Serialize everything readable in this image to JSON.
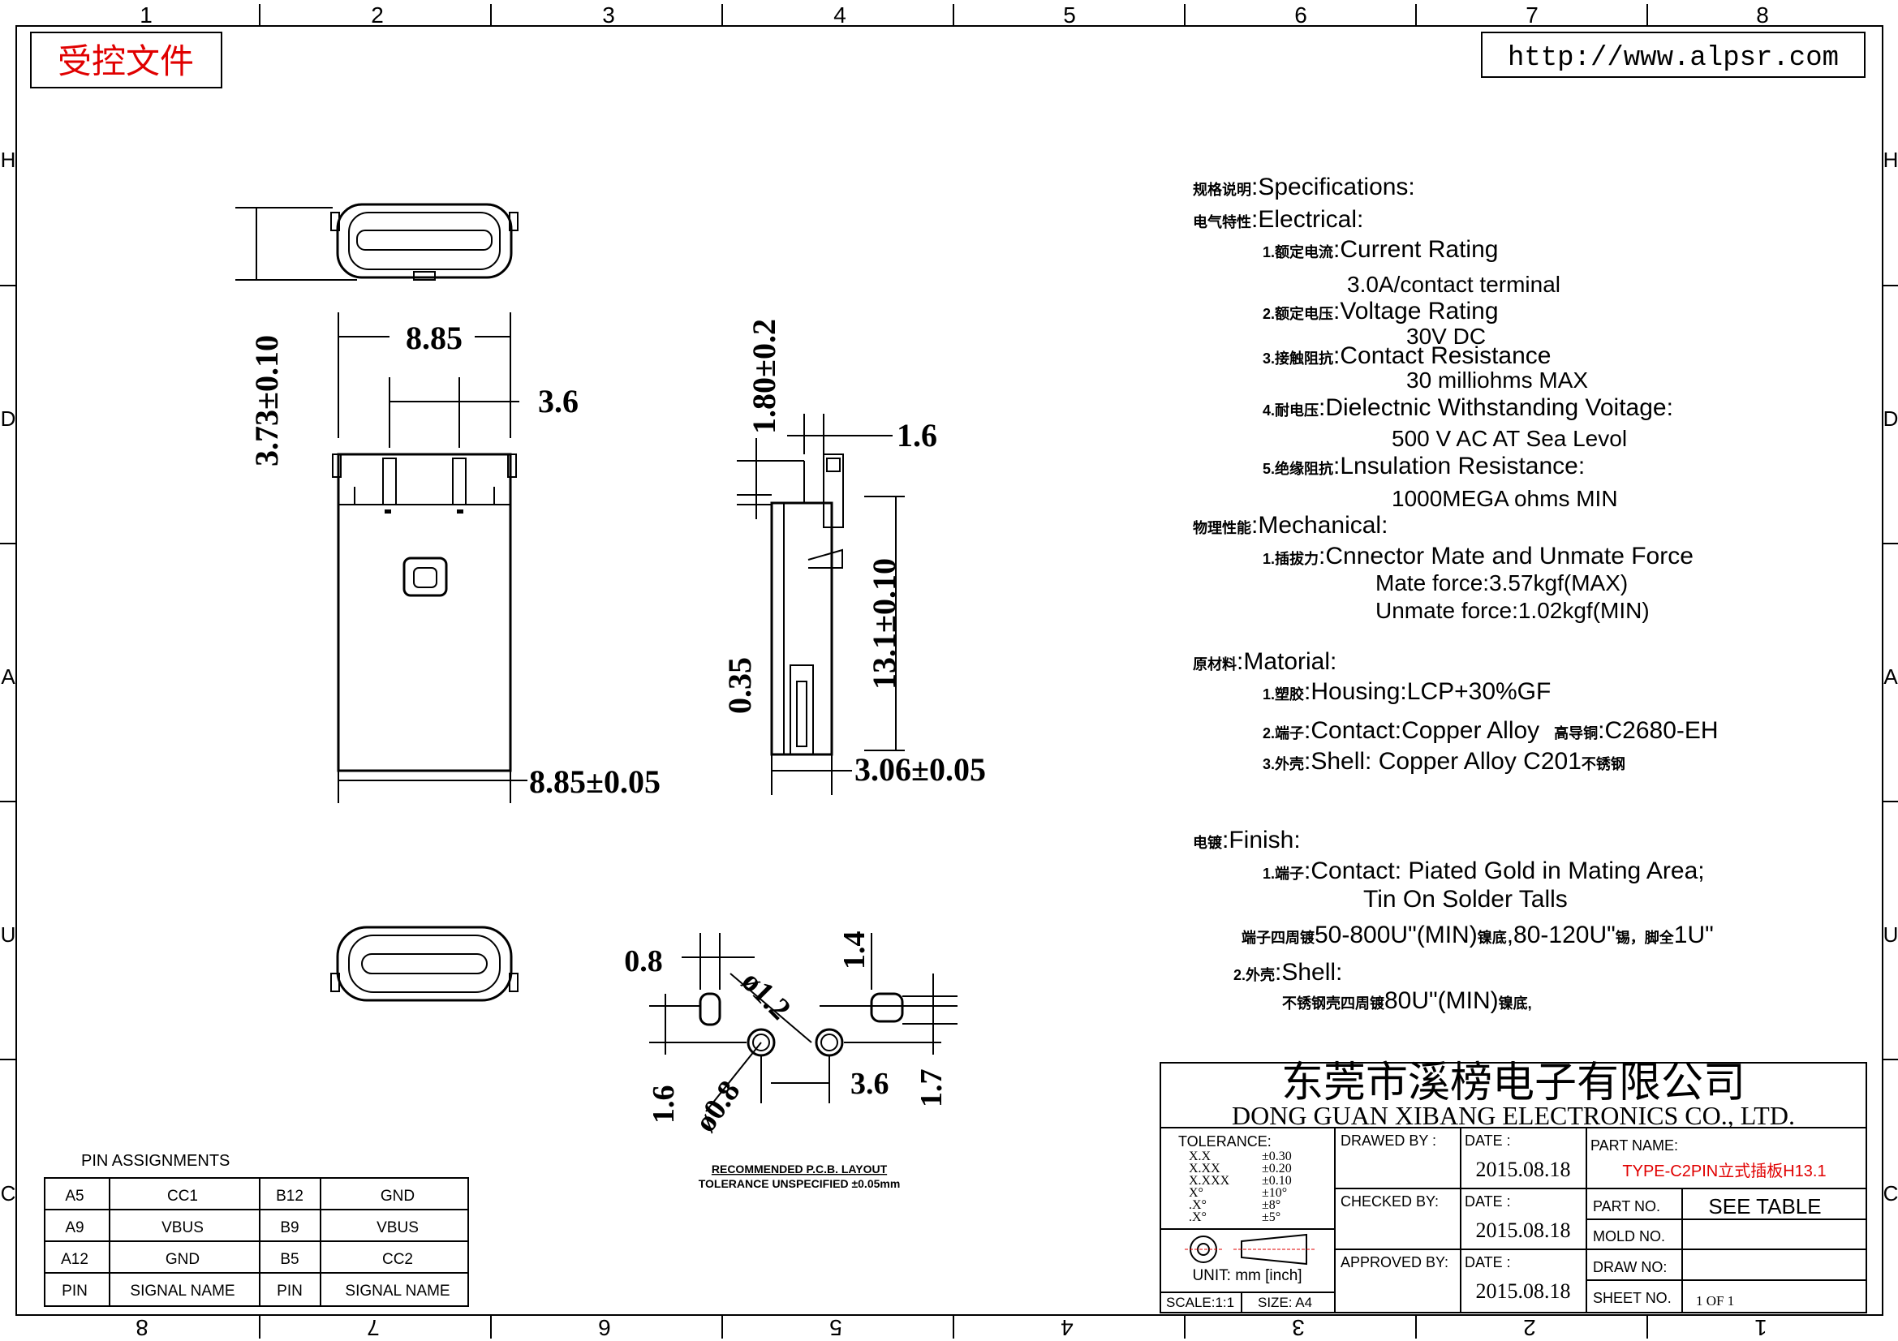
{
  "frame": {
    "columns_top": [
      "1",
      "2",
      "3",
      "4",
      "5",
      "6",
      "7",
      "8"
    ],
    "columns_bottom": [
      "8",
      "7",
      "6",
      "5",
      "4",
      "3",
      "2",
      "1"
    ],
    "rows": [
      "H",
      "D",
      "A",
      "U",
      "C"
    ]
  },
  "stamp": "受控文件",
  "website": "http://www.alpsr.com",
  "dimensions": {
    "height": "3.73±0.10",
    "width_top": "8.85",
    "pin_gap": "3.6",
    "width_bottom": "8.85±0.05",
    "height_pin": "1.80±0.2",
    "tab_w": "1.6",
    "body_h": "13.1±0.10",
    "shell_t": "0.35",
    "depth": "3.06±0.05",
    "pcb_slot_w": "0.8",
    "pcb_dia1": "ø1.2",
    "pcb_slot_h": "1.4",
    "pcb_v": "1.6",
    "pcb_dia2": "ø0.8",
    "pcb_span": "3.6",
    "pcb_h2": "1.7"
  },
  "pcb_layout": {
    "title": "RECOMMENDED  P.C.B.  LAYOUT",
    "tolerance": "TOLERANCE UNSPECIFIED ±0.05mm"
  },
  "specs": [
    {
      "cn": "规格说明",
      "en": ":Specifications:"
    },
    {
      "cn": "电气特性",
      "en": ":Electrical:"
    },
    {
      "cn": "1.额定电流",
      "en": ":Current  Rating"
    },
    {
      "cn": "",
      "en": "3.0A/contact  terminal"
    },
    {
      "cn": "2.额定电压",
      "en": ":Voltage  Rating"
    },
    {
      "cn": "",
      "en": "30V  DC"
    },
    {
      "cn": "3.接触阻抗",
      "en": ":Contact  Resistance"
    },
    {
      "cn": "",
      "en": "30  milliohms  MAX"
    },
    {
      "cn": "4.耐电压",
      "en": ":Dielectnic  Withstanding  Voitage:"
    },
    {
      "cn": "",
      "en": "500  V  AC  AT  Sea  Levol"
    },
    {
      "cn": "5.绝缘阻抗",
      "en": ":Lnsulation  Resistance:"
    },
    {
      "cn": "",
      "en": "1000MEGA  ohms  MIN"
    },
    {
      "cn": "物理性能",
      "en": ":Mechanical:"
    },
    {
      "cn": "1.插拔力",
      "en": ":Cnnector  Mate  and  Unmate  Force"
    },
    {
      "cn": "",
      "en": "Mate  force:3.57kgf(MAX)"
    },
    {
      "cn": "",
      "en": "Unmate  force:1.02kgf(MIN)"
    },
    {
      "cn": "原材料",
      "en": ":Matorial:"
    },
    {
      "cn": "1.塑胶",
      "en": ":Housing:LCP+30%GF"
    },
    {
      "cn": "2.端子",
      "en": ":Contact:Copper  Alloy"
    },
    {
      "cn": "高导铜",
      "en": ":C2680-EH"
    },
    {
      "cn": "3.外壳",
      "en": ":Shell:  Copper  Alloy  C201"
    },
    {
      "cn": "不锈钢",
      "en": ""
    },
    {
      "cn": "电镀",
      "en": ":Finish:"
    },
    {
      "cn": "1.端子",
      "en": ":Contact:  Piated  Gold  in  Mating  Area;"
    },
    {
      "cn": "",
      "en": "Tin  On  Solder  Talls"
    },
    {
      "cn": "端子四周镀",
      "en": "50-800U\"(MIN)"
    },
    {
      "cn": "镍底",
      "en": ",80-120U\""
    },
    {
      "cn": "锡，脚全",
      "en": "1U\""
    },
    {
      "cn": "2.外壳",
      "en": ":Shell:"
    },
    {
      "cn": "不锈钢壳四周镀",
      "en": "80U\"(MIN)"
    },
    {
      "cn": "镍底,",
      "en": ""
    }
  ],
  "pin_table": {
    "title": "PIN ASSIGNMENTS",
    "rows": [
      [
        "A5",
        "CC1",
        "B12",
        "GND"
      ],
      [
        "A9",
        "VBUS",
        "B9",
        "VBUS"
      ],
      [
        "A12",
        "GND",
        "B5",
        "CC2"
      ],
      [
        "PIN",
        "SIGNAL NAME",
        "PIN",
        "SIGNAL NAME"
      ]
    ]
  },
  "title_block": {
    "company_cn": "东莞市溪榜电子有限公司",
    "company_en": "DONG GUAN XIBANG ELECTRONICS CO., LTD.",
    "tolerance_label": "TOLERANCE:",
    "tol_rows": [
      [
        "X.X",
        "±0.30"
      ],
      [
        "X.XX",
        "±0.20"
      ],
      [
        "X.XXX",
        "±0.10"
      ],
      [
        "X°",
        "±10°"
      ],
      [
        ".X°",
        "±8°"
      ],
      [
        ".X°",
        "±5°"
      ]
    ],
    "drawn_by": "DRAWED BY :",
    "checked_by": "CHECKED BY:",
    "approved_by": "APPROVED BY:",
    "date_label": "DATE :",
    "date1": "2015.08.18",
    "date2": "2015.08.18",
    "date3": "2015.08.18",
    "part_name_label": "PART NAME:",
    "part_name": "TYPE-C2PIN立式插板H13.1",
    "part_no_label": "PART NO.",
    "part_no": "SEE TABLE",
    "mold_no_label": "MOLD NO.",
    "draw_no_label": "DRAW NO:",
    "sheet_no_label": "SHEET NO.",
    "sheet": "1 OF 1",
    "unit": "UNIT: mm [inch]",
    "scale": "SCALE:1:1",
    "size": "SIZE: A4"
  },
  "colors": {
    "stamp": "#e00000",
    "part_name": "#e00000",
    "line": "#000000"
  }
}
